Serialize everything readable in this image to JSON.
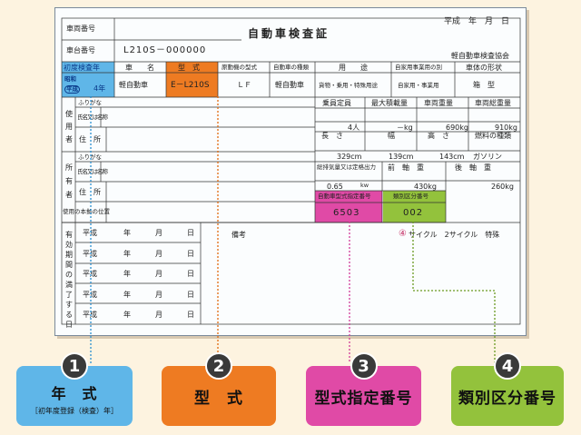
{
  "certificate": {
    "title": "自動車検査証",
    "date": "平成　年　月　日",
    "issuer": "軽自動車検査協会",
    "vehicle_number_label": "車両番号",
    "chassis_number_label": "車台番号",
    "chassis_number_value": "L210S－000000",
    "first_reg_label": "初度検査年",
    "era_label_1": "昭和",
    "era_label_2": "平成",
    "year_value": "4年",
    "vehicle_name_label": "車　　名",
    "vehicle_name_value": "軽自動車",
    "model_label": "型　式",
    "model_value": "E－L210S",
    "engine_model_label": "原動機の型式",
    "engine_model_value": "ＬＦ",
    "vehicle_type_label": "自動車の種類",
    "vehicle_type_value": "軽自動車",
    "usage_label": "用　　途",
    "usage_value": "貨物・乗用・特殊用途",
    "private_business_label": "自家用事業用の別",
    "private_business_value": "自家用・事業用",
    "body_shape_label": "車体の形状",
    "body_shape_value": "箱　型",
    "owner_label_1": "使",
    "owner_label_2": "用",
    "owner_label_3": "者",
    "owner_furigana": "ふりがな",
    "owner_name_label": "氏名又は名称",
    "owner_address_label": "住　所",
    "holder_label_1": "所",
    "holder_label_2": "有",
    "holder_label_3": "者",
    "holder_furigana": "ふりがな",
    "holder_name_label": "氏名又は名称",
    "holder_address_label": "住　所",
    "base_location_label": "使用の本拠の位置",
    "capacity_label": "乗員定員",
    "capacity_value": "4人",
    "max_load_label": "最大積載量",
    "max_load_value": "－kg",
    "weight_label": "車両重量",
    "weight_value": "690kg",
    "gross_weight_label": "車両総重量",
    "gross_weight_value": "910kg",
    "length_label": "長　さ",
    "length_value": "329cm",
    "width_label": "幅",
    "width_value": "139cm",
    "height_label": "高　さ",
    "height_value": "143cm",
    "fuel_label": "燃料の種類",
    "fuel_value": "ガソリン",
    "displacement_label": "総排気量又は定格出力",
    "displacement_value": "0.65",
    "displacement_unit": "kw",
    "front_axle_label": "前　軸　重",
    "front_axle_value": "430kg",
    "rear_axle_label": "後　軸　重",
    "rear_axle_value": "260kg",
    "type_designation_label": "自動車型式指定番号",
    "type_designation_value": "6503",
    "category_label": "類別区分番号",
    "category_value": "002",
    "validity_label": "有効期間の満了する日",
    "validity_era": "平成",
    "validity_year": "年",
    "validity_month": "月",
    "validity_day": "日",
    "remarks_label": "備考",
    "cycle_mark": "④",
    "cycle_text": "サイクル　2サイクル　特殊"
  },
  "callouts": [
    {
      "number": "1",
      "label": "年　式",
      "sub": "［初年度登録（検査）年］"
    },
    {
      "number": "2",
      "label": "型　式"
    },
    {
      "number": "3",
      "label": "型式指定番号"
    },
    {
      "number": "4",
      "label": "類別区分番号"
    }
  ],
  "colors": {
    "year_highlight": "#5fb6e8",
    "model_highlight": "#ee7b22",
    "type_designation_highlight": "#e04aa6",
    "category_highlight": "#93c23c"
  }
}
